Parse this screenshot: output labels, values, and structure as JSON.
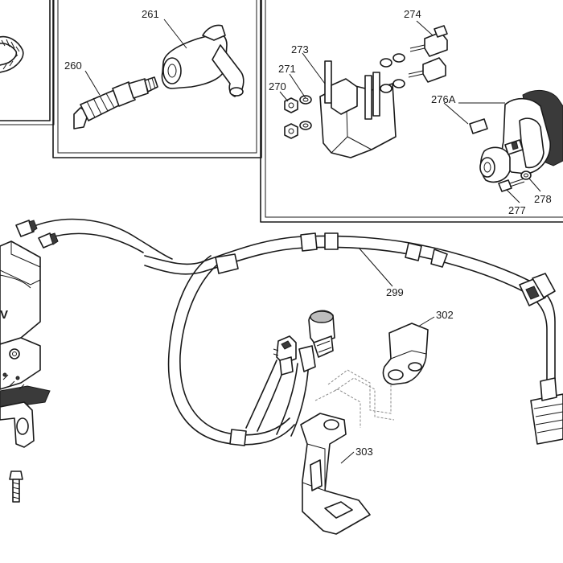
{
  "callouts": {
    "c260": "260",
    "c261": "261",
    "c270": "270",
    "c271": "271",
    "c273": "273",
    "c274": "274",
    "c276a": "276A",
    "c277": "277",
    "c278": "278",
    "c299": "299",
    "c302": "302",
    "c303": "303"
  },
  "box_fragment_text": "V"
}
